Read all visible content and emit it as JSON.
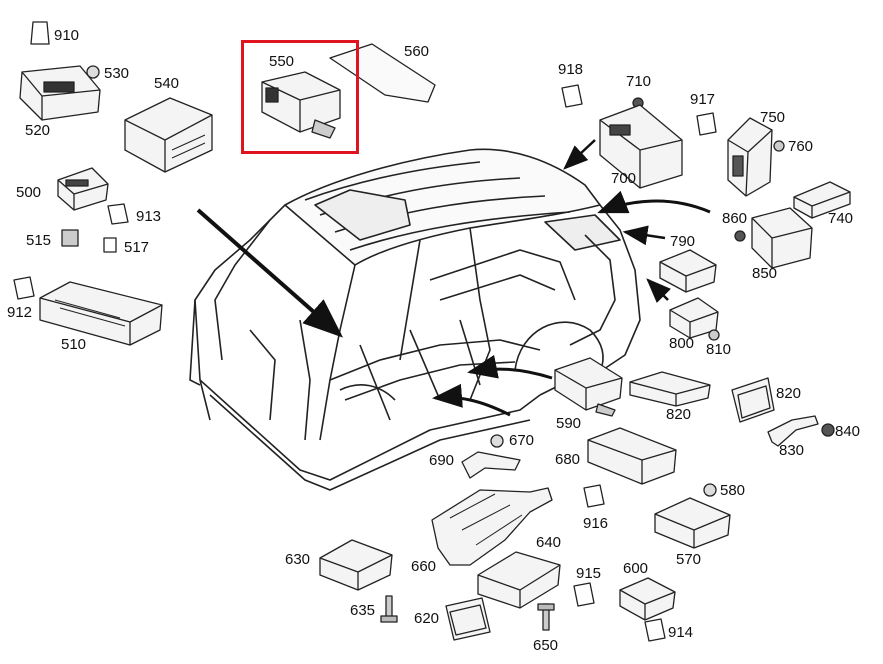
{
  "diagram": {
    "highlight_color": "#e0141e",
    "highlighted_part": "550",
    "part_numbers": {
      "p910": "910",
      "p530": "530",
      "p520": "520",
      "p540": "540",
      "p550": "550",
      "p560": "560",
      "p918": "918",
      "p710": "710",
      "p917": "917",
      "p750": "750",
      "p760": "760",
      "p700": "700",
      "p500": "500",
      "p913": "913",
      "p515": "515",
      "p517": "517",
      "p860": "860",
      "p740": "740",
      "p790": "790",
      "p850": "850",
      "p912": "912",
      "p510": "510",
      "p800": "800",
      "p810": "810",
      "p820a": "820",
      "p820b": "820",
      "p590": "590",
      "p840": "840",
      "p830": "830",
      "p670": "670",
      "p690": "690",
      "p680": "680",
      "p580": "580",
      "p916": "916",
      "p570": "570",
      "p640": "640",
      "p630": "630",
      "p660": "660",
      "p915": "915",
      "p600": "600",
      "p635": "635",
      "p620": "620",
      "p650": "650",
      "p914": "914"
    }
  }
}
